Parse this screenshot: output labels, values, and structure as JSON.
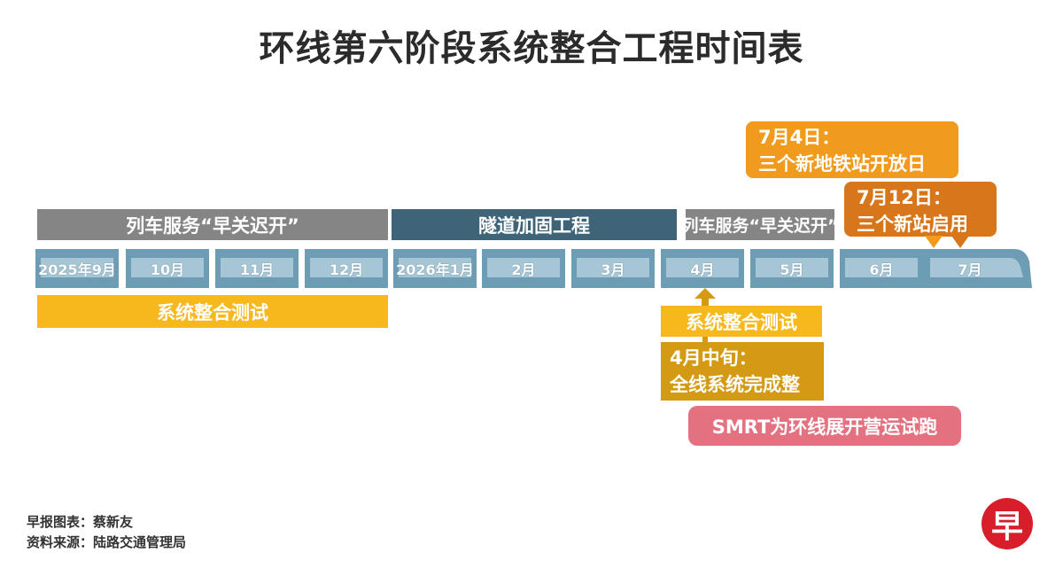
{
  "title": "环线第六阶段系统整合工程时间表",
  "phases": {
    "early_close_1": "列车服务“早关迟开”",
    "tunnel": "隧道加固工程",
    "early_close_2": "列车服务“早关迟开”",
    "integration_test_1": "系统整合测试",
    "integration_test_2": "系统整合测试"
  },
  "months": [
    "2025年9月",
    "10月",
    "11月",
    "12月",
    "2026年1月",
    "2月",
    "3月",
    "4月",
    "5月",
    "6月",
    "7月"
  ],
  "callouts": {
    "april_mid_line1": "4月中旬：",
    "april_mid_line2": "全线系统完成整合",
    "smrt": "SMRT为环线展开营运试跑",
    "july4_line1": "7月4日：",
    "july4_line2": "三个新地铁站开放日",
    "july12_line1": "7月12日：",
    "july12_line2": "三个新站启用"
  },
  "footer": {
    "credit": "早报图表：蔡新友",
    "source": "资料来源：陆路交通管理局"
  },
  "logo": "早",
  "colors": {
    "gray": "#858585",
    "teal": "#3f6478",
    "yellow": "#f6b81c",
    "mustard": "#d49a13",
    "orange": "#f09a1e",
    "dark_orange": "#d8761c",
    "pink": "#e4717f",
    "month_blue": "#6d9db4"
  }
}
